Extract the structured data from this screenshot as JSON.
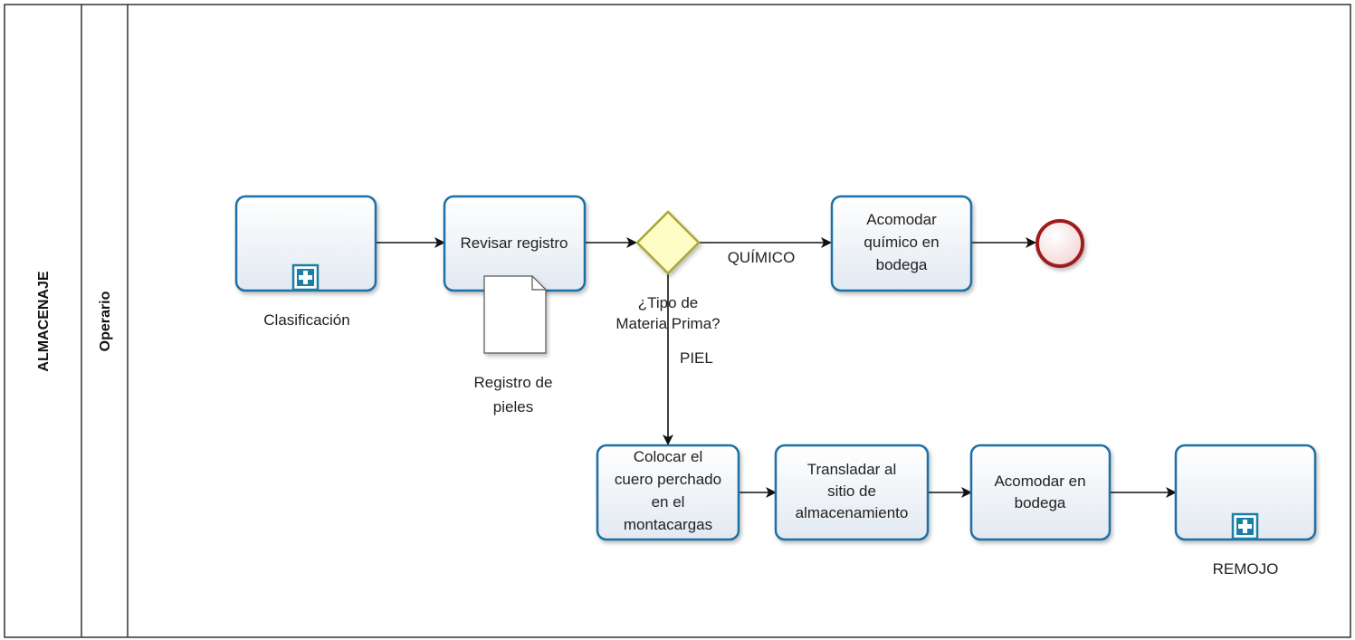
{
  "pool": {
    "label": "ALMACENAJE"
  },
  "lane": {
    "label": "Operario"
  },
  "tasks": {
    "clasificacion": "Clasificación",
    "revisar": "Revisar registro",
    "acomodar_quimico": [
      "Acomodar",
      "químico en",
      "bodega"
    ],
    "colocar": [
      "Colocar el",
      "cuero perchado",
      "en el",
      "montacargas"
    ],
    "transladar": [
      "Transladar al",
      "sitio de",
      "almacenamiento"
    ],
    "acomodar_bodega": [
      "Acomodar en",
      "bodega"
    ],
    "remojo": "REMOJO"
  },
  "gateway": {
    "label": [
      "¿Tipo de",
      "Materia Prima?"
    ]
  },
  "flows": {
    "quimico": "QUÍMICO",
    "piel": "PIEL"
  },
  "artifact": {
    "label": [
      "Registro de",
      "pieles"
    ]
  },
  "colors": {
    "task_stroke": "#1f6fa5",
    "task_fill_top": "#ffffff",
    "task_fill_bottom": "#e4ebf2",
    "gateway_stroke": "#a8a832",
    "gateway_fill": "#fffbc4",
    "end_stroke": "#a01e1e",
    "end_fill": "#fbe8e8",
    "subprocess_marker": "#1b7ea6"
  }
}
